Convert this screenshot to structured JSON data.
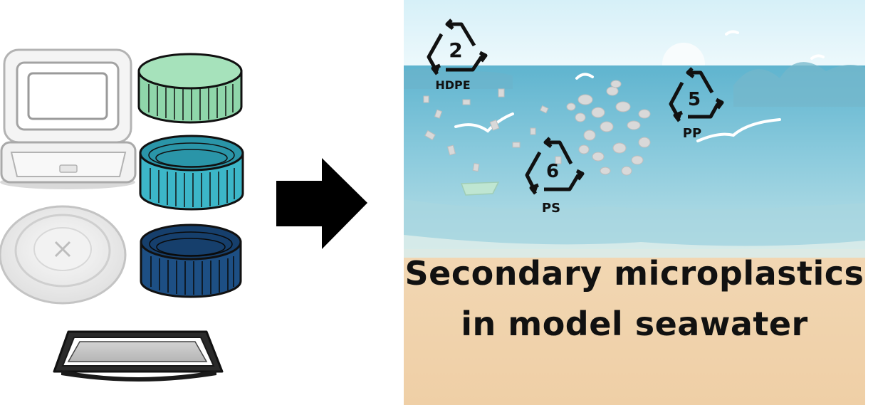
{
  "caption": {
    "line1": "Secondary microplastics",
    "line2": "in model seawater"
  },
  "recycling_codes": [
    {
      "number": "2",
      "label": "HDPE"
    },
    {
      "number": "5",
      "label": "PP"
    },
    {
      "number": "6",
      "label": "PS"
    }
  ],
  "colors": {
    "cap_light": "#8fd6aa",
    "cap_mid": "#3cb6c8",
    "cap_dark": "#1d4f84",
    "sky": "#dff3fa",
    "sea": "#7cc3d9",
    "sand": "#f1d9b7"
  }
}
